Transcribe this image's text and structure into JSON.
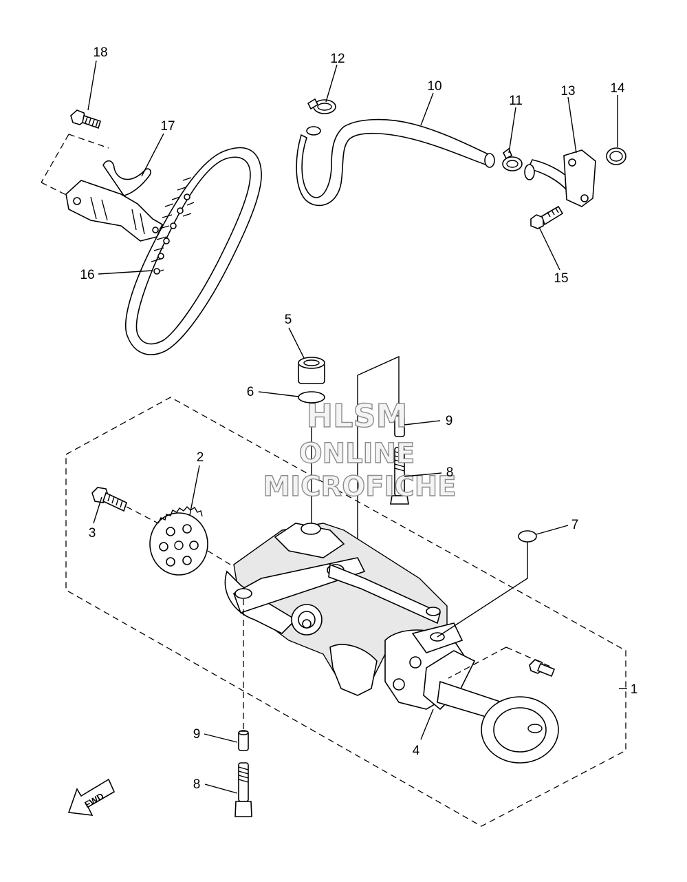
{
  "callouts": {
    "c1": "1",
    "c2": "2",
    "c3": "3",
    "c4": "4",
    "c5": "5",
    "c6": "6",
    "c7": "7",
    "c8a": "8",
    "c8b": "8",
    "c9a": "9",
    "c9b": "9",
    "c10": "10",
    "c11": "11",
    "c12": "12",
    "c13": "13",
    "c14": "14",
    "c15": "15",
    "c16": "16",
    "c17": "17",
    "c18": "18"
  },
  "watermark": {
    "line1": "HLSM",
    "line2": "ONLINE",
    "line3": "MICROFICHE"
  },
  "fwd_label": "FWD"
}
